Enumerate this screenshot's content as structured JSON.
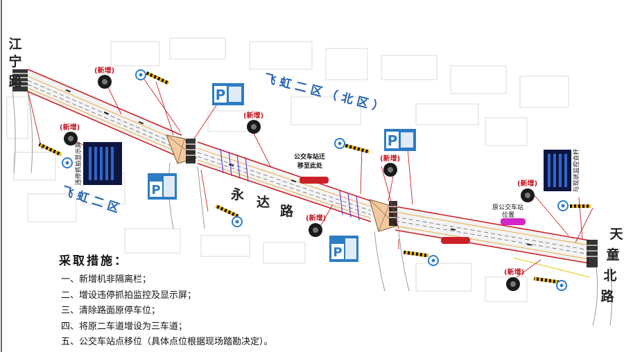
{
  "areas": {
    "north": "飞 虹 二 区 （ 北 区 ）",
    "south": "飞 虹 二 区"
  },
  "roads": {
    "west": [
      "江",
      "宁",
      "路"
    ],
    "main": [
      "永",
      "达",
      "路"
    ],
    "east": [
      "天",
      "童",
      "北",
      "路"
    ]
  },
  "new_tag": "(新增)",
  "bus": {
    "moved_to": [
      "公交车站迁",
      "移至此处"
    ],
    "original": [
      "原公交车站",
      "位置"
    ]
  },
  "signs": {
    "west_display": "违停抓拍显示屏",
    "east_display": "与现状监控合杆"
  },
  "colors": {
    "road_red": "#cc2027",
    "area_blue": "#1f5fb0",
    "parking_blue": "#2d7cc4",
    "screen_bg": "#0d1640",
    "screen_bars": "#2f67c8",
    "bus_magenta": "#d226c8"
  },
  "measures": {
    "title": "采取措施：",
    "items": [
      "一、新增机非隔离栏；",
      "二、增设违停抓拍监控及显示屏；",
      "三、清除路面原停车位；",
      "四、将原二车道增设为三车道；",
      "五、公交车站点移位（具体点位根据现场踏勘决定）。"
    ]
  }
}
